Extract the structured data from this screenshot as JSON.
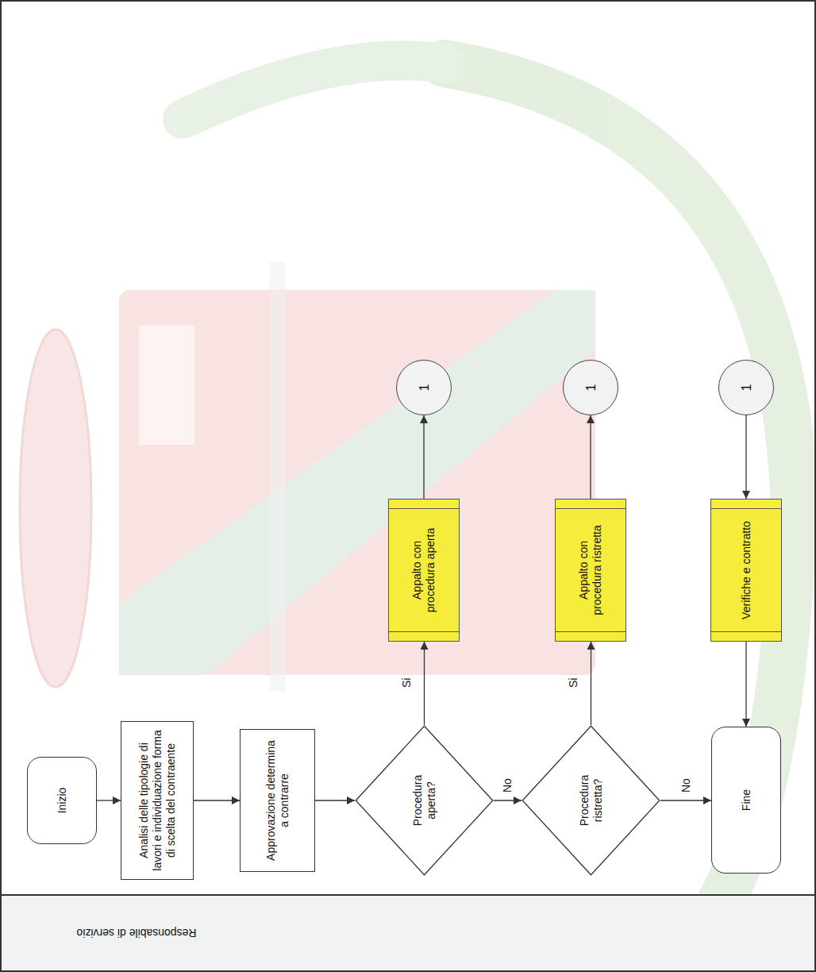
{
  "diagram": {
    "nodes": [
      {
        "text": [
          "Responsabile di servizio"
        ]
      },
      {
        "text": [
          "Inizio"
        ],
        "in": 0
      },
      {
        "text": [
          "Analisi delle tipologie di lavori e individuazione forma di scelta del contraente"
        ],
        "in": 0
      },
      {
        "text": [
          "Approvazione determina a contrarre"
        ],
        "in": 0
      },
      {
        "text": [
          "Procedura aperta?"
        ],
        "in": 0
      },
      {
        "text": [
          "Appalto con procedura aperta"
        ],
        "in": 0
      },
      {
        "text": [
          "1"
        ],
        "in": 0
      },
      {
        "text": [
          "Procedura ristretta?"
        ],
        "in": 0
      },
      {
        "text": [
          "Appalto con procedura ristretta"
        ],
        "in": 0
      },
      {
        "text": [
          "1"
        ],
        "in": 0
      },
      {
        "text": [
          "1"
        ],
        "in": 0
      },
      {
        "text": [
          "Verifiche e contratto"
        ],
        "in": 0
      },
      {
        "text": [
          "Fine"
        ],
        "in": 0
      }
    ],
    "edges": [
      {
        "from": 1,
        "to": 2,
        "arrow": "to"
      },
      {
        "from": 2,
        "to": 3,
        "arrow": "to"
      },
      {
        "from": 3,
        "to": 4,
        "arrow": "to"
      },
      {
        "from": 4,
        "to": 5,
        "label": "Si",
        "arrow": "to"
      },
      {
        "from": 5,
        "to": 6,
        "arrow": "to"
      },
      {
        "from": 4,
        "to": 7,
        "label": "No",
        "arrow": "to"
      },
      {
        "from": 7,
        "to": 8,
        "label": "Si",
        "arrow": "to"
      },
      {
        "from": 8,
        "to": 9,
        "arrow": "to"
      },
      {
        "from": 7,
        "to": 12,
        "label": "No",
        "arrow": "to"
      },
      {
        "from": 10,
        "to": 11,
        "arrow": "to"
      },
      {
        "from": 11,
        "to": 12,
        "arrow": "to"
      }
    ]
  }
}
